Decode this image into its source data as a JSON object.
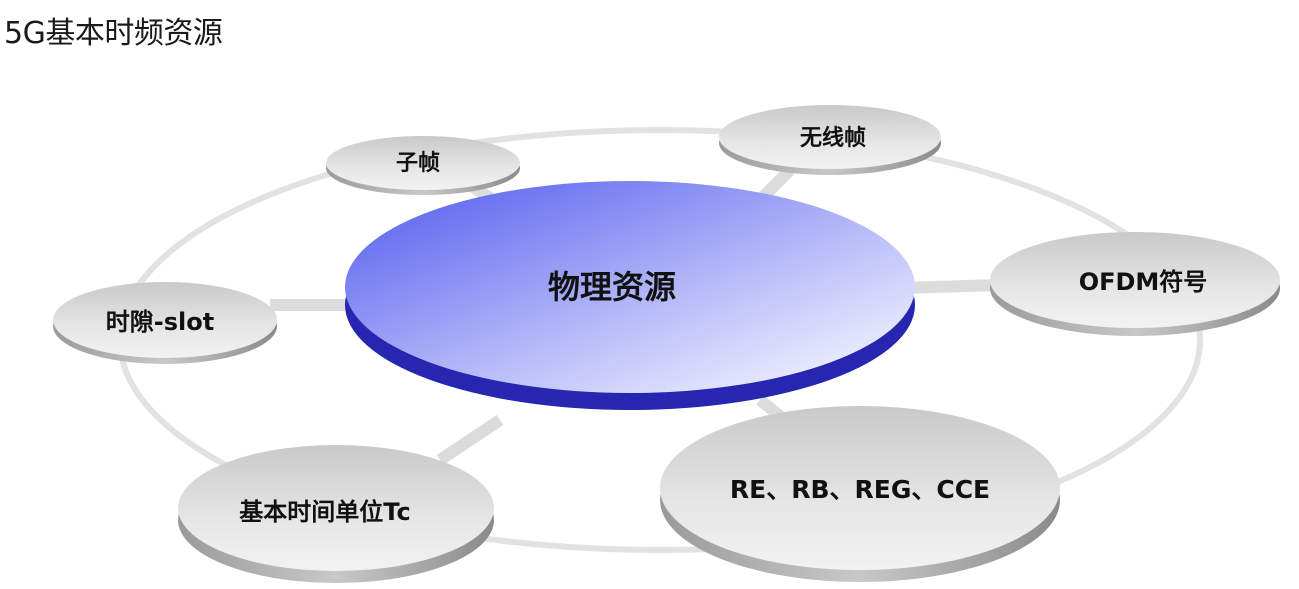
{
  "page": {
    "title": "5G基本时频资源"
  },
  "diagram": {
    "center": {
      "label": "物理资源",
      "color_top": "#5b63f0",
      "color_bottom": "#f2f3ff",
      "color_edge": "#2525b0"
    },
    "nodes": [
      {
        "id": "subframe",
        "label": "子帧"
      },
      {
        "id": "radio-frame",
        "label": "无线帧"
      },
      {
        "id": "ofdm-symbol",
        "label": "OFDM符号"
      },
      {
        "id": "re-rb-reg-cce",
        "label": "RE、RB、REG、CCE"
      },
      {
        "id": "basic-time-unit",
        "label": "基本时间单位Tc"
      },
      {
        "id": "slot",
        "label": "时隙-slot"
      }
    ],
    "node_color": "#d8d8d8",
    "ring_color": "#e4e4e4"
  }
}
